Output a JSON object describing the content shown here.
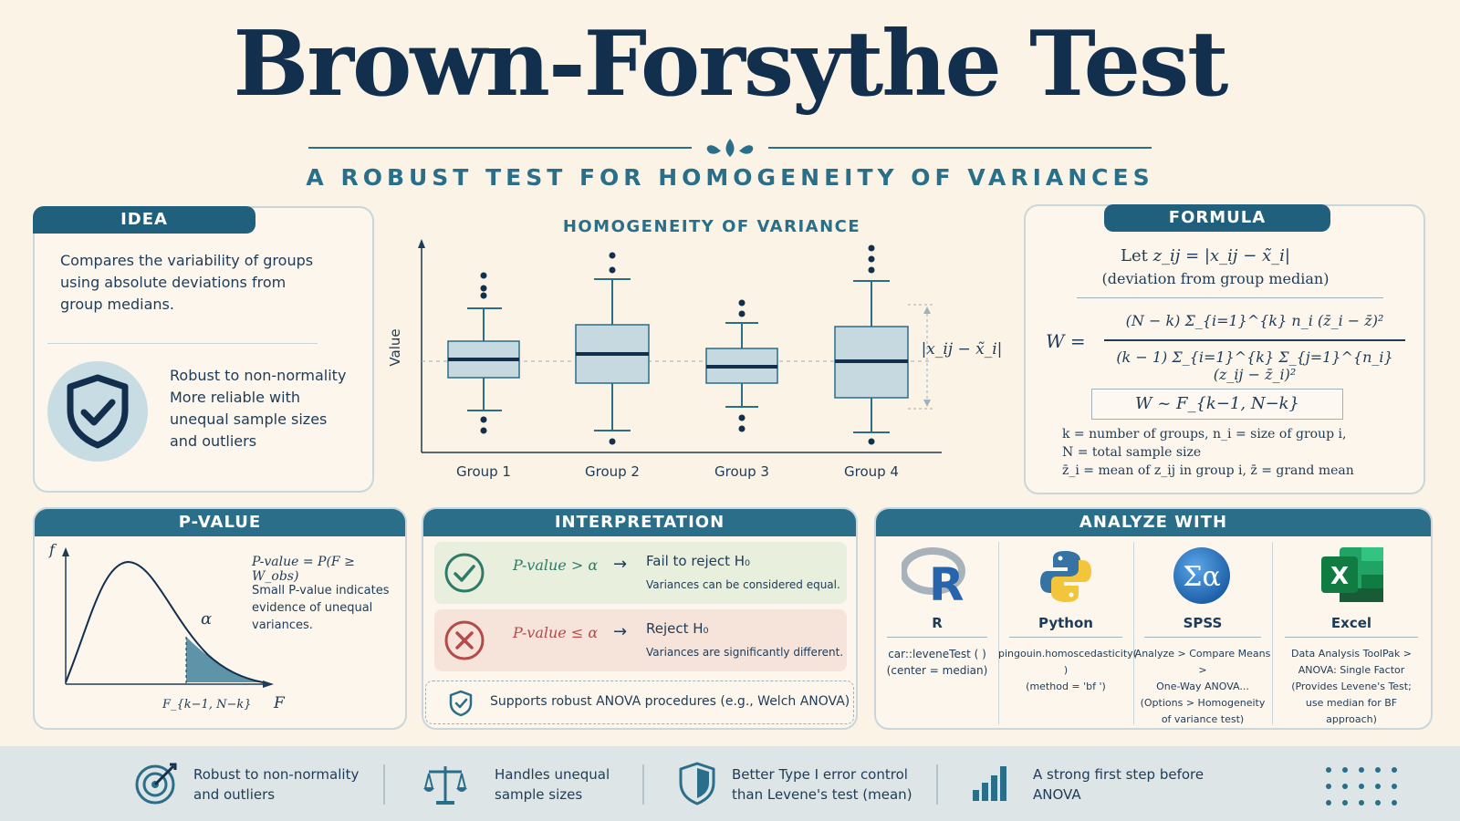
{
  "header": {
    "title": "Brown-Forsythe Test",
    "subtitle": "A ROBUST TEST FOR HOMOGENEITY OF VARIANCES"
  },
  "idea": {
    "label": "IDEA",
    "text_lines": [
      "Compares the variability of groups",
      "using absolute deviations from",
      "group medians."
    ],
    "benefit_lines": [
      "Robust to non-normality",
      "More reliable with",
      "unequal sample sizes",
      "and outliers"
    ]
  },
  "chart": {
    "title": "HOMOGENEITY OF VARIANCE",
    "ylabel": "Value",
    "deviation_label": "|x_ij − x̃_i|",
    "groups": [
      "Group 1",
      "Group 2",
      "Group 3",
      "Group 4"
    ]
  },
  "formula": {
    "label": "FORMULA",
    "let_prefix": "Let",
    "let_expr": "z_ij = |x_ij − x̃_i|",
    "let_note": "(deviation from group median)",
    "w_lhs": "W =",
    "numerator": "(N − k) Σ_{i=1}^{k} n_i (z̄_i − z̄)²",
    "denominator": "(k − 1) Σ_{i=1}^{k} Σ_{j=1}^{n_i} (z_ij − z̄_i)²",
    "dist": "W ~ F_{k−1, N−k}",
    "defs": [
      "k = number of groups,  n_i = size of group i,",
      "N = total sample size",
      "z̄_i = mean of z_ij in group i,   z̄ = grand mean"
    ]
  },
  "pvalue": {
    "label": "P-VALUE",
    "formula": "P-value = P(F ≥ W_obs)",
    "desc_lines": [
      "Small P-value indicates",
      "evidence of unequal",
      "variances."
    ],
    "axis_f": "f",
    "axis_F": "F",
    "alpha": "α",
    "crit": "F_{k−1, N−k}"
  },
  "interpretation": {
    "label": "INTERPRETATION",
    "rows": [
      {
        "cond": "P-value > α",
        "arrow": "→",
        "result": "Fail to reject H₀",
        "note": "Variances can be considered equal."
      },
      {
        "cond": "P-value ≤ α",
        "arrow": "→",
        "result": "Reject H₀",
        "note": "Variances are significantly different."
      }
    ],
    "support": "Supports robust ANOVA procedures (e.g., Welch ANOVA)"
  },
  "analyze": {
    "label": "ANALYZE WITH",
    "tools": [
      {
        "name": "R",
        "lines": [
          "car::leveneTest ( )",
          "(center = median)"
        ]
      },
      {
        "name": "Python",
        "lines": [
          "pingouin.homoscedasticity( )",
          "(method = 'bf ')"
        ]
      },
      {
        "name": "SPSS",
        "lines": [
          "Analyze > Compare Means >",
          "One-Way ANOVA...",
          "(Options > Homogeneity",
          "of variance test)"
        ]
      },
      {
        "name": "Excel",
        "lines": [
          "Data Analysis ToolPak >",
          "ANOVA: Single Factor",
          "(Provides Levene's Test;",
          "use median for BF",
          "approach)"
        ]
      }
    ]
  },
  "features": [
    {
      "lines": [
        "Robust to non-normality",
        "and outliers"
      ]
    },
    {
      "lines": [
        "Handles unequal",
        "sample sizes"
      ]
    },
    {
      "lines": [
        "Better Type I error control",
        "than Levene's test (mean)"
      ]
    },
    {
      "lines": [
        "A strong first step before",
        "ANOVA"
      ]
    }
  ],
  "colors": {
    "navy": "#12304e",
    "teal": "#2b6e89",
    "green": "#2f7a69",
    "red": "#b54a4a",
    "box": "#c6d8e0"
  }
}
